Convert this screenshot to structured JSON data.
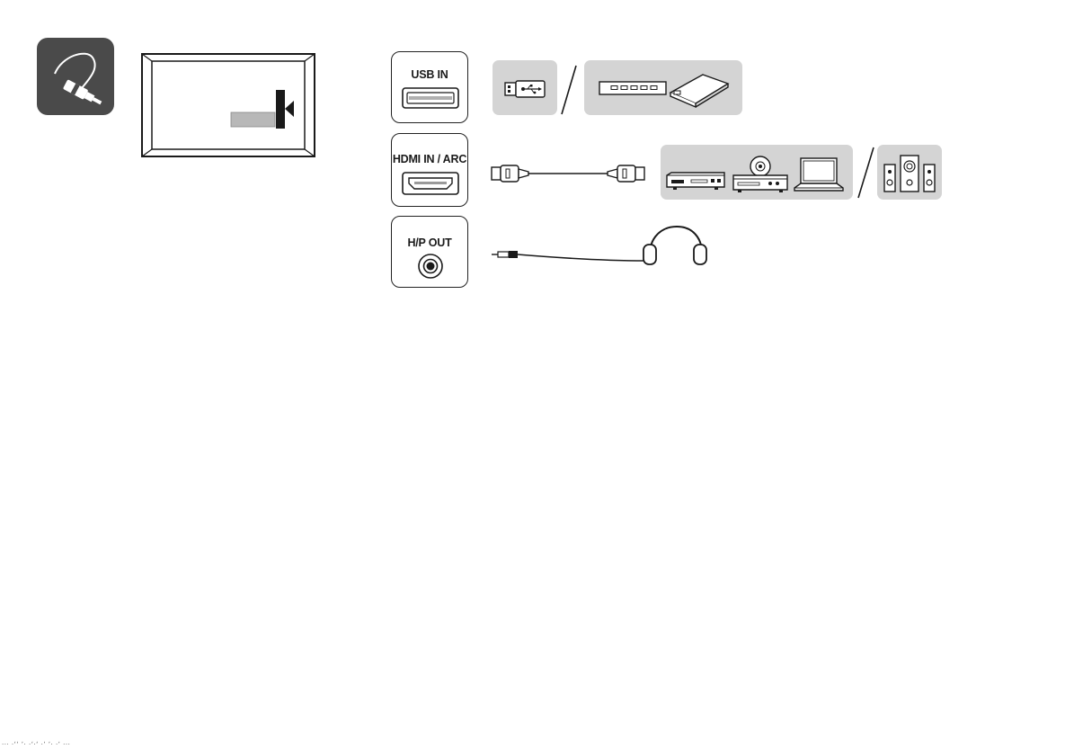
{
  "ports": {
    "usb": {
      "label": "USB IN"
    },
    "hdmi": {
      "label": "HDMI IN / ARC"
    },
    "headphone": {
      "label": "H/P OUT"
    }
  },
  "footer": {
    "text": "··· ·ʻʻ ʼ· ·ʻ·ʻ ·ʼ ʼ· ·ʼ ···"
  },
  "colors": {
    "icon_bg": "#4a4a4a",
    "panel_gray": "#d4d4d4",
    "line": "#1a1a1a"
  },
  "icons": [
    "cable-connection-icon",
    "tv-back-icon",
    "usb-stick-icon",
    "usb-hub-icon",
    "external-hdd-icon",
    "hdmi-cable-icon",
    "set-top-box-icon",
    "dvd-player-icon",
    "laptop-icon",
    "speaker-system-icon",
    "headphones-icon"
  ]
}
